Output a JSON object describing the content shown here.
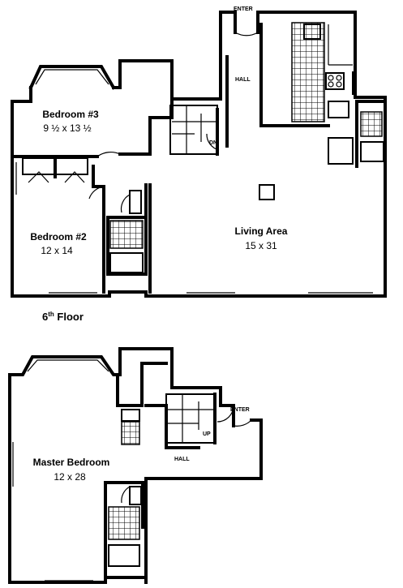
{
  "floor_6": {
    "label_main": "6",
    "label_sup": "th",
    "label_rest": " Floor",
    "rooms": {
      "bedroom3": {
        "name": "Bedroom #3",
        "dims": "9 ½ x 13 ½"
      },
      "bedroom2": {
        "name": "Bedroom #2",
        "dims": "12 x 14"
      },
      "living": {
        "name": "Living Area",
        "dims": "15 x 31"
      }
    },
    "hall": "HALL",
    "enter": "ENTER",
    "down": "DN"
  },
  "floor_lower": {
    "rooms": {
      "master": {
        "name": "Master Bedroom",
        "dims": "12 x 28"
      }
    },
    "hall": "HALL",
    "enter": "ENTER",
    "up": "UP"
  }
}
